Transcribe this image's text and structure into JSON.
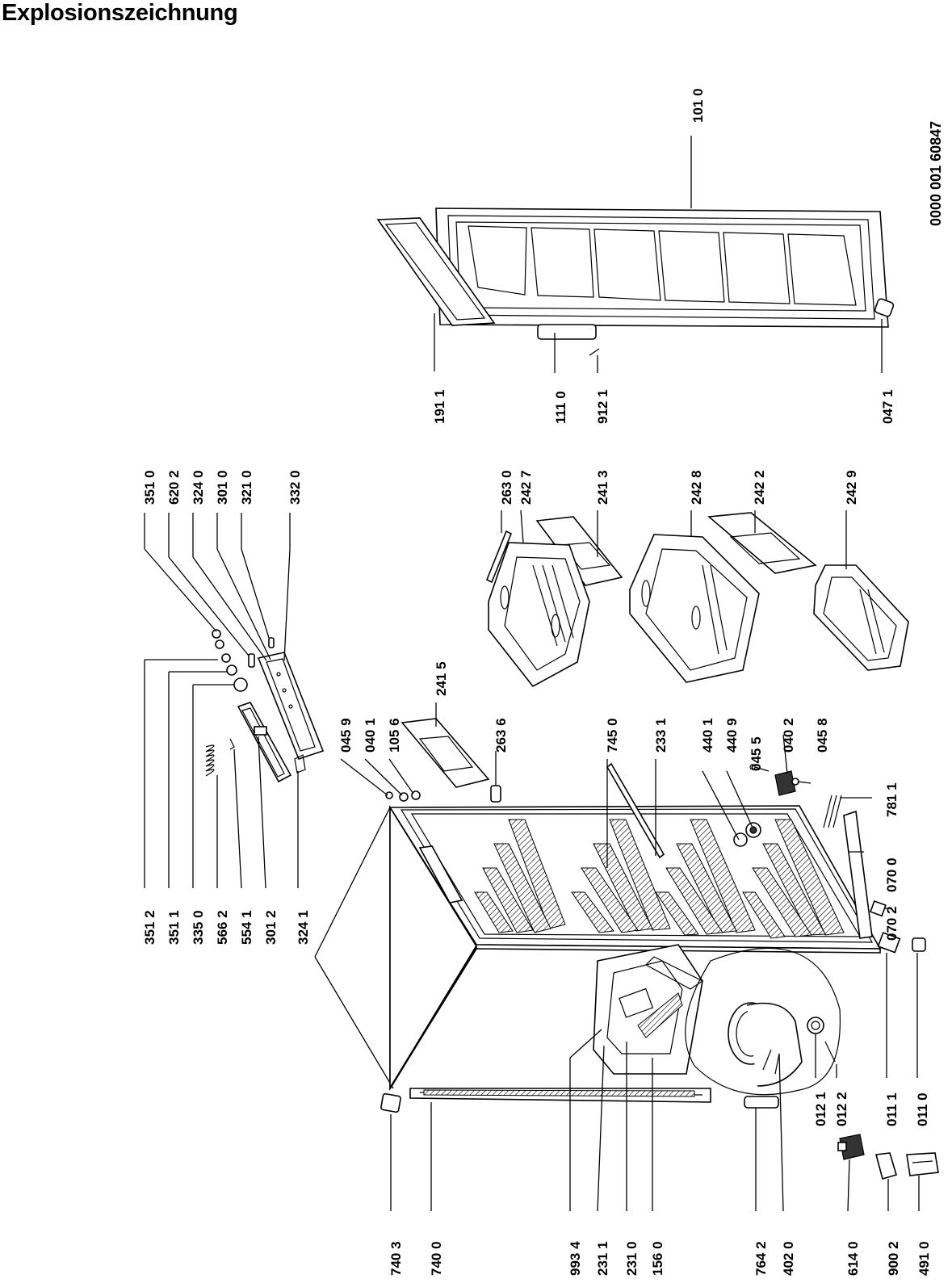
{
  "title": "Explosionszeichnung",
  "document_number": "0000 001 60847",
  "parts": {
    "door": [
      "101 0",
      "191 1",
      "111 0",
      "912 1",
      "047 1"
    ],
    "drawers": [
      "263 0",
      "242 7",
      "241 3",
      "242 8",
      "242 2",
      "242 9"
    ],
    "top_controls_upper": [
      "351 0",
      "620 2",
      "324 0",
      "301 0",
      "321 0",
      "332 0"
    ],
    "top_controls_lower": [
      "351 2",
      "351 1",
      "335 0",
      "566 2",
      "554 1",
      "301 2",
      "324 1"
    ],
    "hinge": [
      "045 9",
      "040 1",
      "105 6",
      "241 5",
      "263 6"
    ],
    "cabinet": [
      "745 0",
      "233 1",
      "440 1",
      "440 9",
      "045 5",
      "040 2",
      "045 8",
      "781 1"
    ],
    "base_right": [
      "070 0",
      "070 2",
      "011 1",
      "011 0"
    ],
    "compressor": [
      "012 1",
      "012 2"
    ],
    "left_bottom": [
      "740 3",
      "740 0",
      "993 4",
      "231 1",
      "231 0",
      "156 0",
      "764 2",
      "402 0",
      "614 0",
      "900 2",
      "491 0"
    ]
  }
}
